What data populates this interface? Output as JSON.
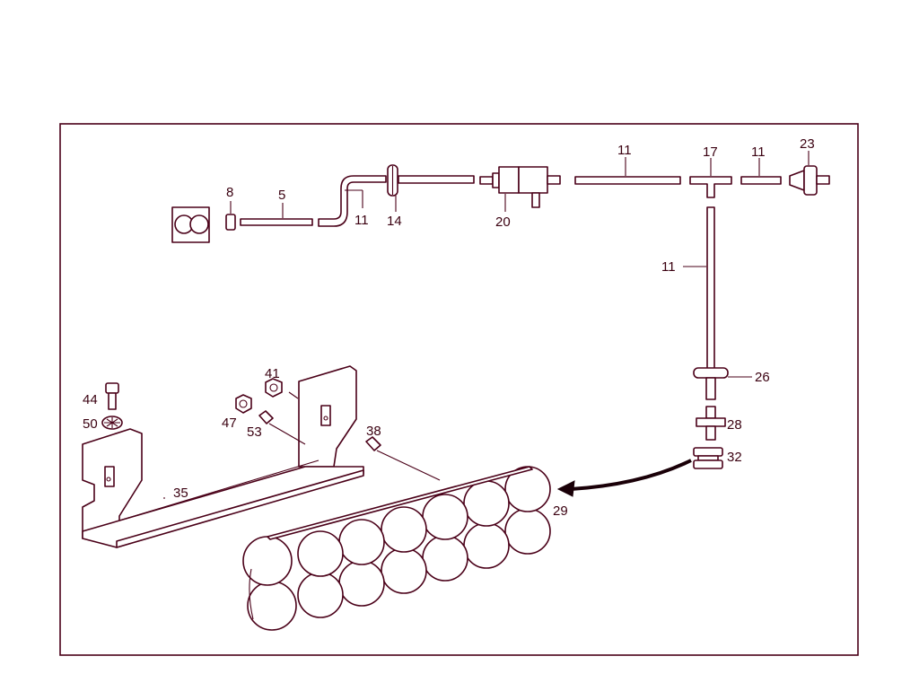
{
  "callouts": {
    "c8": "8",
    "c5": "5",
    "c11a": "11",
    "c14": "14",
    "c20": "20",
    "c11b": "11",
    "c17": "17",
    "c11c": "11",
    "c23": "23",
    "c11d": "11",
    "c26": "26",
    "c28": "28",
    "c32": "32",
    "c29": "29",
    "c41": "41",
    "c44": "44",
    "c50": "50",
    "c47": "47",
    "c53": "53",
    "c38": "38",
    "c35": "35"
  },
  "colors": {
    "line": "#4a0018",
    "background": "#ffffff"
  }
}
